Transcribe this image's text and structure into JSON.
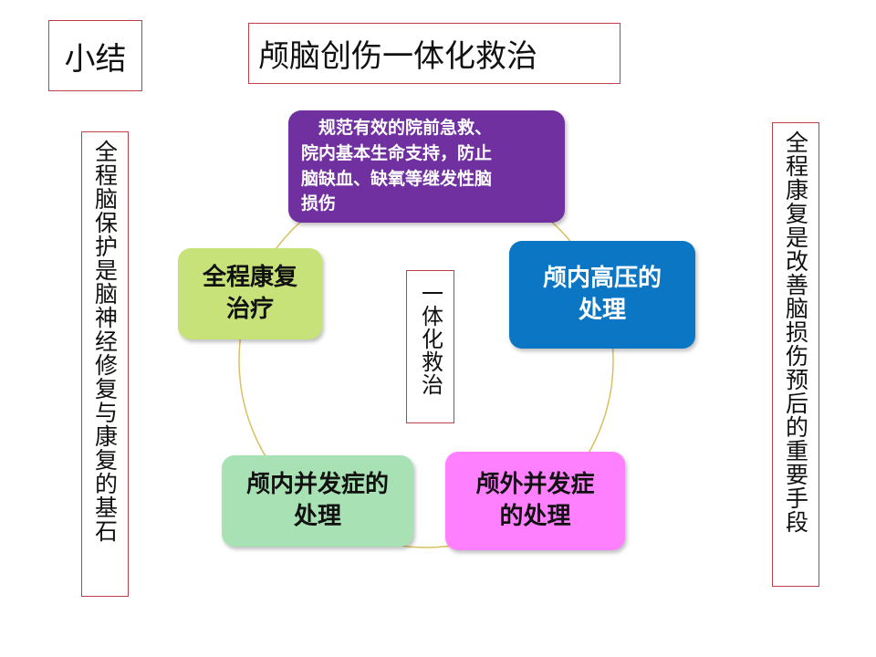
{
  "summary": {
    "label": "小结"
  },
  "title": {
    "text": "颅脑创伤一体化救治"
  },
  "left_note": {
    "text": "全程脑保护是脑神经修复与康复的基石"
  },
  "right_note": {
    "text": "全程康复是改善脑损伤预后的重要手段"
  },
  "center": {
    "text": "一体化救治"
  },
  "cycle": {
    "top": {
      "text": "　规范有效的院前急救、\n院内基本生命支持，防止\n脑缺血、缺氧等继发性脑\n损伤"
    },
    "right": {
      "text": "颅内高压的\n处理"
    },
    "lower_right": {
      "text": "颅外并发症\n的处理"
    },
    "lower_left": {
      "text": "颅内并发症的\n处理"
    },
    "left": {
      "text": "全程康复\n治疗"
    }
  },
  "colors": {
    "top": "#7030a0",
    "right": "#0b76c4",
    "lower_right": "#ff80ff",
    "lower_left": "#a8e2b4",
    "left": "#c8e27a",
    "ring": "#d8c060",
    "frame": "#c0404a"
  }
}
